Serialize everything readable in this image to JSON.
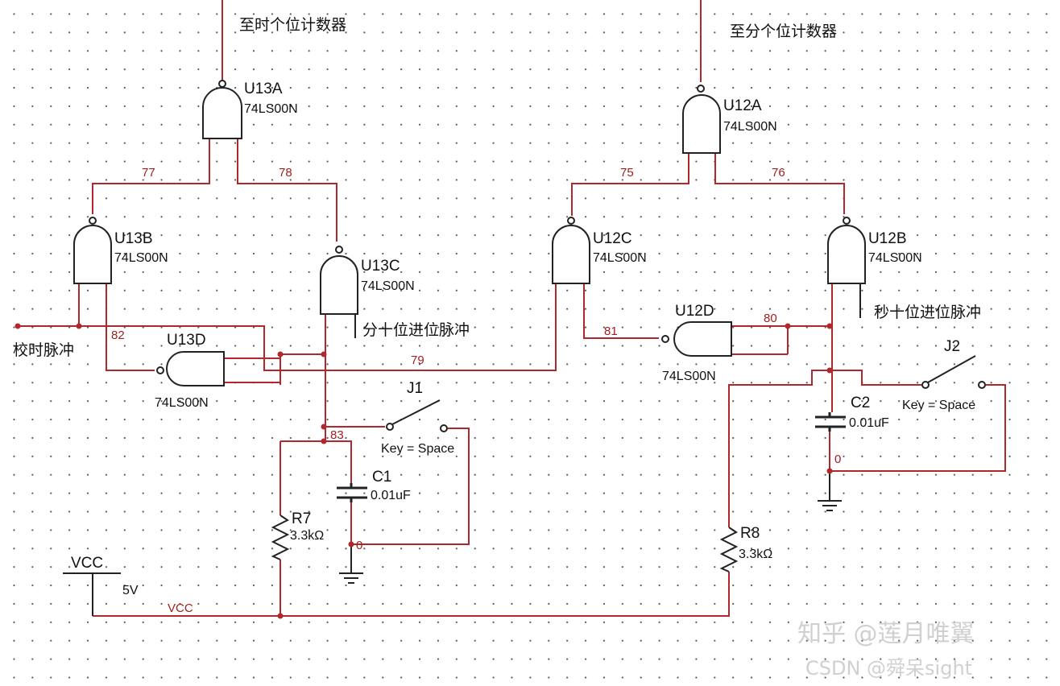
{
  "labels": {
    "to_hour_units": "至时个位计数器",
    "to_minute_units": "至分个位计数器",
    "hour_set_pulse": "校时脉冲",
    "minute_tens_carry": "分十位进位脉冲",
    "second_tens_carry": "秒十位进位脉冲"
  },
  "gates": {
    "u13a": {
      "ref": "U13A",
      "model": "74LS00N"
    },
    "u13b": {
      "ref": "U13B",
      "model": "74LS00N"
    },
    "u13c": {
      "ref": "U13C",
      "model": "74LS00N"
    },
    "u13d": {
      "ref": "U13D",
      "model": "74LS00N"
    },
    "u12a": {
      "ref": "U12A",
      "model": "74LS00N"
    },
    "u12b": {
      "ref": "U12B",
      "model": "74LS00N"
    },
    "u12c": {
      "ref": "U12C",
      "model": "74LS00N"
    },
    "u12d": {
      "ref": "U12D",
      "model": "74LS00N"
    }
  },
  "components": {
    "j1": {
      "ref": "J1",
      "key": "Key = Space"
    },
    "j2": {
      "ref": "J2",
      "key": "Key = Space"
    },
    "c1": {
      "ref": "C1",
      "value": "0.01uF"
    },
    "c2": {
      "ref": "C2",
      "value": "0.01uF"
    },
    "r7": {
      "ref": "R7",
      "value": "3.3kΩ"
    },
    "r8": {
      "ref": "R8",
      "value": "3.3kΩ"
    },
    "vcc": {
      "ref": "VCC",
      "value": "5V"
    }
  },
  "nets": [
    "77",
    "78",
    "75",
    "76",
    "82",
    "79",
    "81",
    "80",
    "83",
    "0",
    "0",
    "VCC"
  ],
  "watermark": {
    "line1": "知乎 @莲月唯翼",
    "line2": "CSDN @舜呆sight"
  },
  "colors": {
    "wire": "#b0282c",
    "component": "#222222"
  }
}
